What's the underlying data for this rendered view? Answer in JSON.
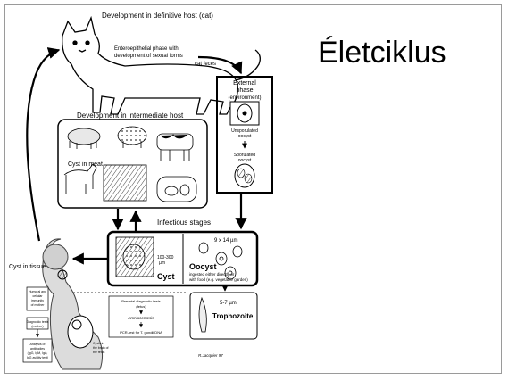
{
  "slide": {
    "title": "Életciklus"
  },
  "diagram": {
    "labels": {
      "definitive_host": "Development in definitive host (cat)",
      "entero_1": "Enteroepithelial phase with",
      "entero_2": "development of sexual forms",
      "cat_feces": "cat feces",
      "external_1": "External",
      "external_2": "phase",
      "external_3": "(environment)",
      "unsporulated_1": "Unsporulated",
      "unsporulated_2": "oocyst",
      "sporulated_1": "Sporulated",
      "sporulated_2": "oocyst",
      "intermediate_host": "Development in intermediate host",
      "cyst_in_meat": "Cyst in meat",
      "infectious_stages": "Infectious stages",
      "cyst_size_1": "100-300",
      "cyst_size_2": "µm",
      "cyst": "Cyst",
      "oocyst_size": "9 x 14 µm",
      "oocyst": "Oocyst",
      "oocyst_note_1": "ingested either directly or",
      "oocyst_note_2": "with food (e.g. vegetable garden)",
      "cyst_in_tissue": "Cyst in tissue",
      "humoral_1": "Humoral and",
      "humoral_2": "cellular",
      "humoral_3": "immunity",
      "humoral_4": "of mother",
      "diag_mother_1": "Diagnostic tests",
      "diag_mother_2": "(mother)",
      "analysis_1": "Analysis of",
      "analysis_2": "antibodies",
      "analysis_3": "(IgG, IgM, IgA;",
      "analysis_4": "IgG avidity test)",
      "prenatal_1": "Prenatal diagnostic tests",
      "prenatal_2": "(fetus)",
      "amniocentesis": "Amniocentesis",
      "pcr": "PCR-test for T. gondii DNA",
      "cyst_fetus_1": "Cysts in",
      "cyst_fetus_2": "the brain of",
      "cyst_fetus_3": "the fetus",
      "tropho_size": "5-7 µm",
      "trophozoite": "Trophozoite",
      "signature": "R.Jacquier 97"
    }
  }
}
